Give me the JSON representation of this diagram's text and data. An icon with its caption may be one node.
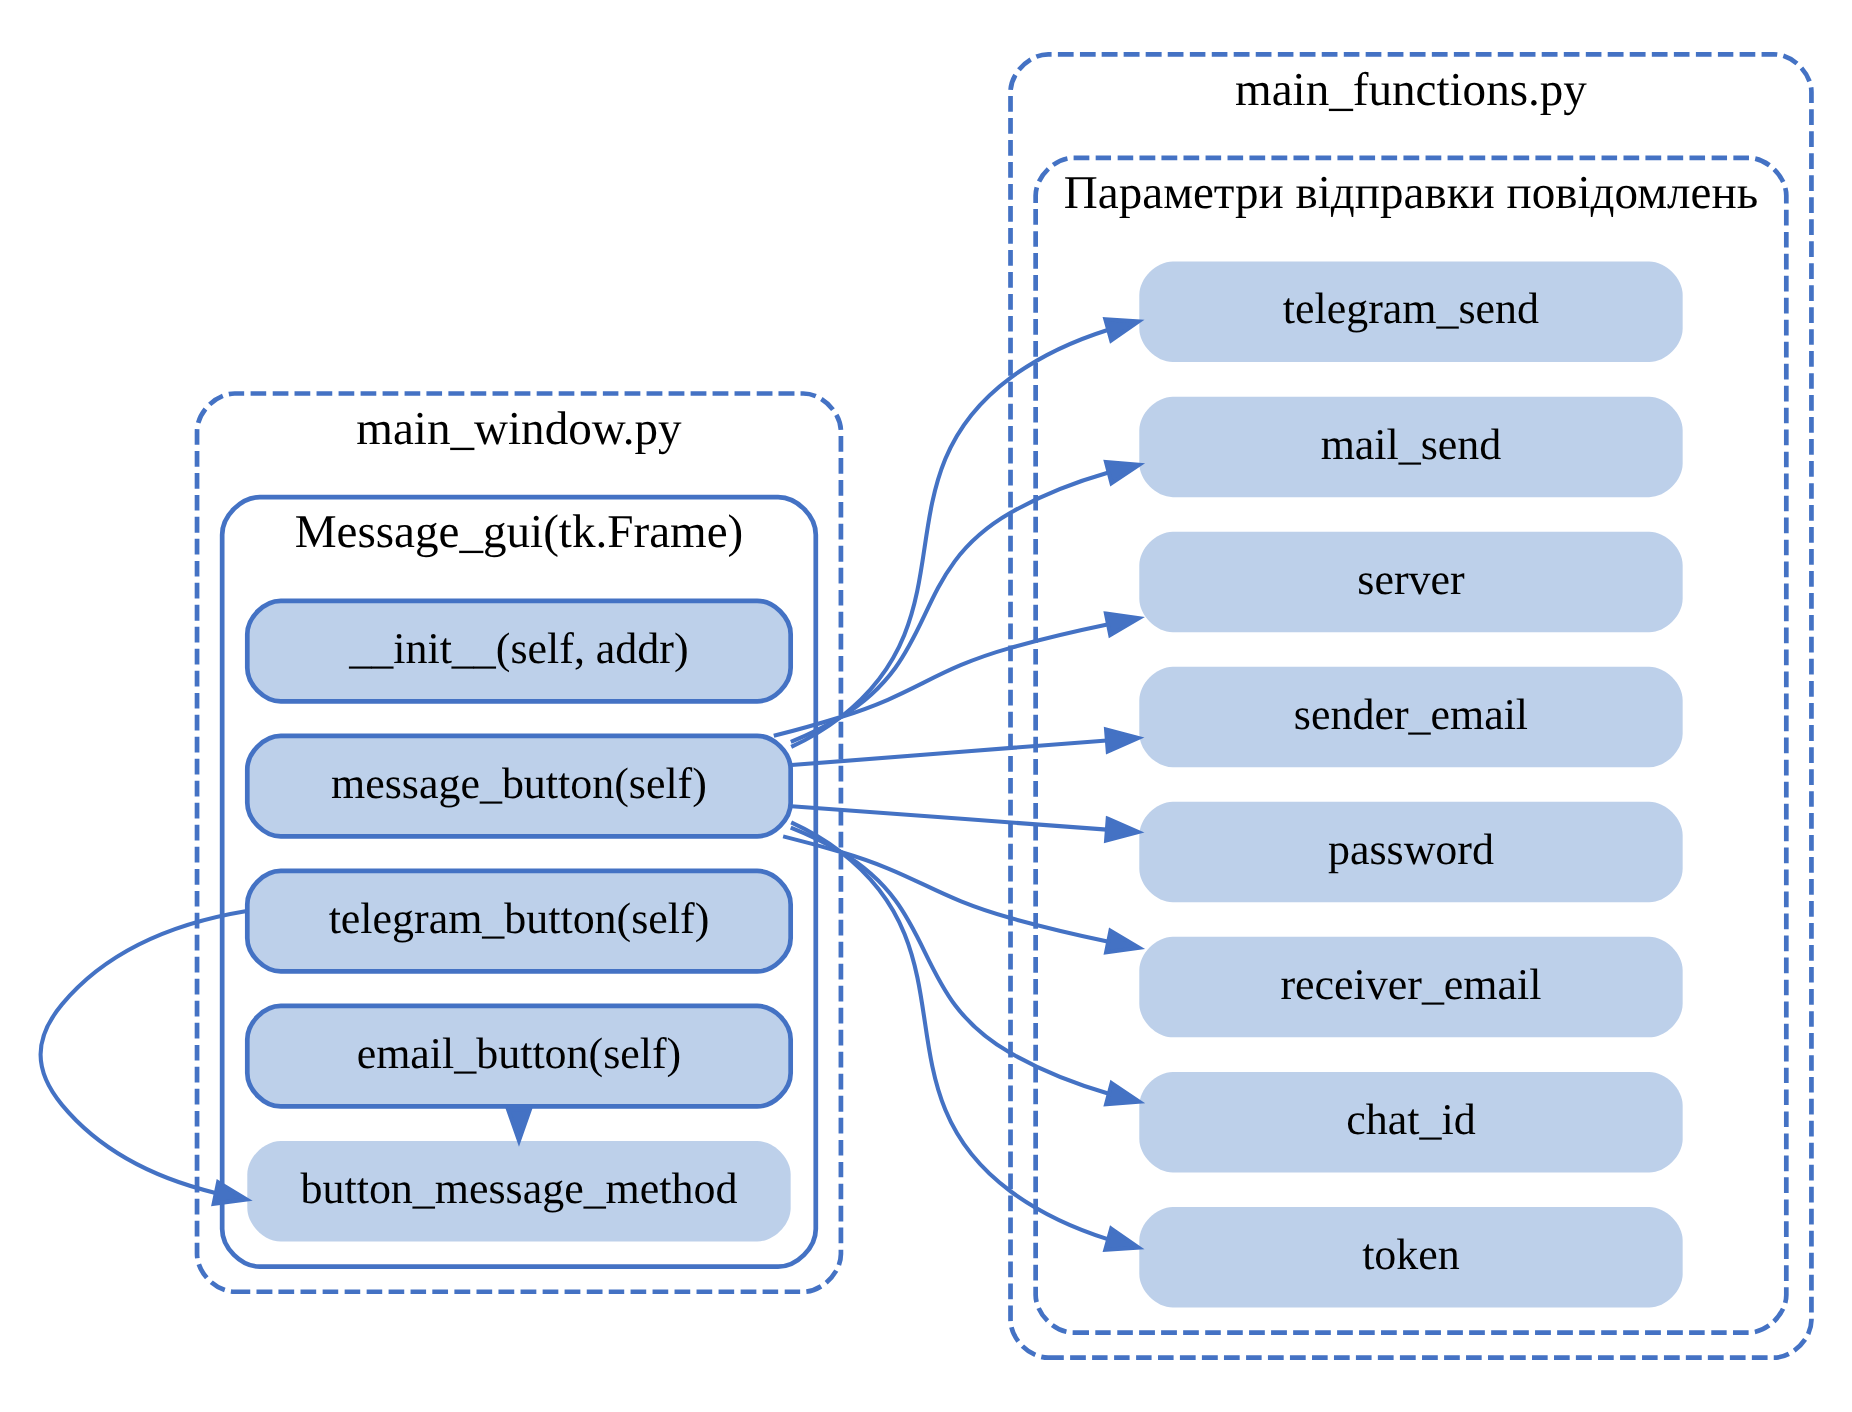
{
  "diagram": {
    "nodes": [
      {
        "text": [
          "main_window.py"
        ]
      },
      {
        "text": [
          "Message_gui(tk.Frame)"
        ],
        "in": 0
      },
      {
        "text": [
          "__init__(self, addr)"
        ],
        "in": 1
      },
      {
        "text": [
          "message_button(self)"
        ],
        "in": 1
      },
      {
        "text": [
          "telegram_button(self)"
        ],
        "in": 1
      },
      {
        "text": [
          "email_button(self)"
        ],
        "in": 1
      },
      {
        "text": [
          "button_message_method"
        ],
        "in": 1
      },
      {
        "text": [
          "main_functions.py"
        ]
      },
      {
        "text": [
          "Параметри відправки повідомлень"
        ],
        "in": 7
      },
      {
        "text": [
          "telegram_send"
        ],
        "in": 8
      },
      {
        "text": [
          "mail_send"
        ],
        "in": 8
      },
      {
        "text": [
          "server"
        ],
        "in": 8
      },
      {
        "text": [
          "sender_email"
        ],
        "in": 8
      },
      {
        "text": [
          "password"
        ],
        "in": 8
      },
      {
        "text": [
          "receiver_email"
        ],
        "in": 8
      },
      {
        "text": [
          "chat_id"
        ],
        "in": 8
      },
      {
        "text": [
          "token"
        ],
        "in": 8
      }
    ],
    "edges": [
      {
        "from": 3,
        "to": 9,
        "arrow": "to"
      },
      {
        "from": 3,
        "to": 10,
        "arrow": "to"
      },
      {
        "from": 3,
        "to": 11,
        "arrow": "to"
      },
      {
        "from": 3,
        "to": 12,
        "arrow": "to"
      },
      {
        "from": 3,
        "to": 13,
        "arrow": "to"
      },
      {
        "from": 3,
        "to": 14,
        "arrow": "to"
      },
      {
        "from": 3,
        "to": 15,
        "arrow": "to"
      },
      {
        "from": 3,
        "to": 16,
        "arrow": "to"
      },
      {
        "from": 4,
        "to": 6,
        "arrow": "to"
      },
      {
        "from": 5,
        "to": 6,
        "arrow": "to"
      }
    ]
  }
}
